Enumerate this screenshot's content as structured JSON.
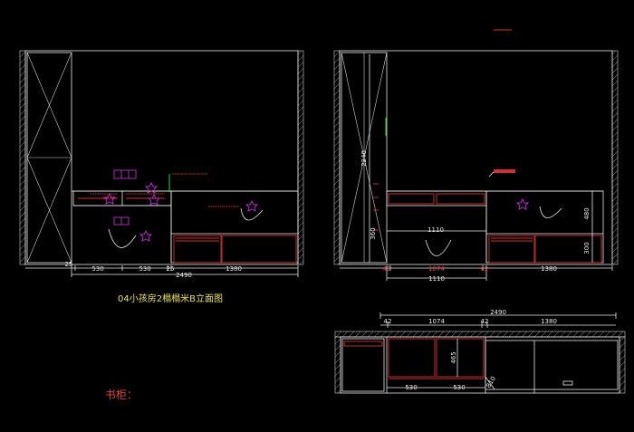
{
  "left_elevation": {
    "dims_bottom": [
      "25",
      "530",
      "530",
      "25",
      "1380"
    ],
    "dim_total": "2490",
    "caption": "04小孩房2榻榻米B立面图"
  },
  "right_elevation": {
    "dims_bottom": [
      "42",
      "1074",
      "42",
      "1380"
    ],
    "dim_sub": "1110",
    "dim_inner": "1110",
    "dims_vertical": [
      "2240",
      "360",
      "300",
      "480"
    ]
  },
  "plan_view": {
    "dim_total": "2490",
    "dims_top": [
      "42",
      "1074",
      "42",
      "1380"
    ],
    "dims_bottom": [
      "530",
      "530"
    ],
    "dims_vertical": [
      "465",
      "810"
    ]
  },
  "section_label": "书柜：",
  "colors": {
    "background": "#000000",
    "line_white": "#e8e8e8",
    "line_red": "#d23030",
    "line_magenta": "#c030d0",
    "line_green": "#2ed030",
    "caption_yellow": "#e8e060"
  }
}
